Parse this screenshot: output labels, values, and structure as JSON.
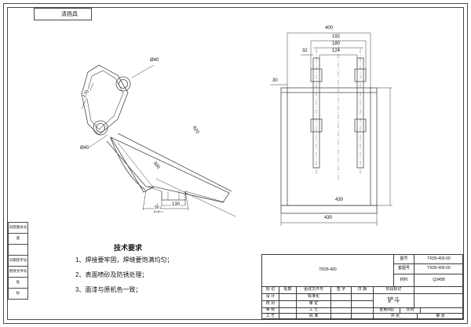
{
  "sheet": {
    "corner_label": "清扬具"
  },
  "left_table": {
    "rows": [
      [
        "旧底图总号"
      ],
      [
        "底",
        "图"
      ],
      [
        ""
      ],
      [
        "日期签字号"
      ],
      [
        "更改文件号"
      ],
      [
        "处",
        "数"
      ],
      [
        "标",
        "记"
      ]
    ]
  },
  "left_view": {
    "dims": [
      {
        "name": "pin-bore-upper",
        "text": "Ø40"
      },
      {
        "name": "pin-bore-lower",
        "text": "Ø40"
      },
      {
        "name": "link-length",
        "text": "170"
      },
      {
        "name": "bucket-back-length",
        "text": "620"
      },
      {
        "name": "bucket-bottom-length",
        "text": "300"
      },
      {
        "name": "tip-offset",
        "text": "130"
      },
      {
        "name": "tooth-height",
        "text": "50"
      }
    ]
  },
  "right_view": {
    "dims": [
      {
        "name": "overall-width-top",
        "text": "400"
      },
      {
        "name": "ear-outer-span",
        "text": "192"
      },
      {
        "name": "ear-inner-span",
        "text": "180"
      },
      {
        "name": "ear-plate-gap",
        "text": "124"
      },
      {
        "name": "boss-width",
        "text": "32"
      },
      {
        "name": "side-plate-thickness",
        "text": "30"
      },
      {
        "name": "body-height",
        "text": "430"
      },
      {
        "name": "overall-width-bottom",
        "text": "430"
      }
    ]
  },
  "tech_notes": {
    "title": "技术要求",
    "items": [
      "1、焊接要牢固，焊缝要饱满均匀；",
      "2、表面喷砂及防锈处理；",
      "3、面漆与原机色一致；"
    ]
  },
  "title_block": {
    "drawing_name": "TR35-400",
    "part_name": "铲斗",
    "code_label": "图号",
    "code_value": "TR35-400-00",
    "set_label": "套图号",
    "set_value": "TR35-400-00",
    "material_label": "材料",
    "material_value": "Q345B",
    "stage_label": "阶段标记",
    "weight_label": "重量(kg)",
    "scale_label": "比例",
    "sheet_label": "共 张",
    "sheet_no_label": "第 张",
    "rows": [
      {
        "cells": [
          "标 记",
          "处数",
          "更改文件号",
          "签 字",
          "日 期"
        ]
      },
      {
        "cells": [
          "设 计",
          "",
          "标准化",
          "",
          ""
        ]
      },
      {
        "cells": [
          "校 对",
          "",
          "审 定",
          "",
          ""
        ]
      },
      {
        "cells": [
          "审 核",
          "",
          "工 艺",
          "",
          ""
        ]
      },
      {
        "cells": [
          "工 艺",
          "",
          "批 准",
          "",
          ""
        ]
      }
    ]
  }
}
